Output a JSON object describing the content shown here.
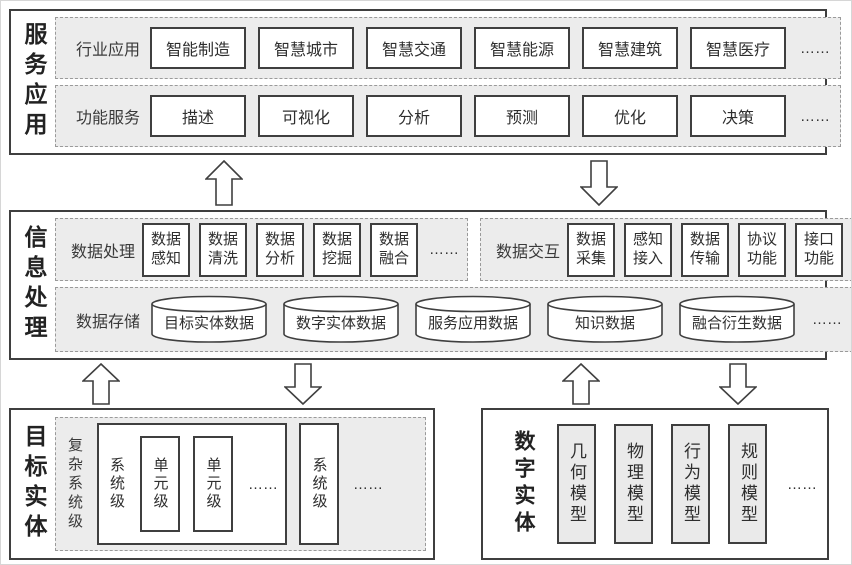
{
  "service": {
    "label": "服务应用",
    "industry": {
      "label": "行业应用",
      "items": [
        "智能制造",
        "智慧城市",
        "智慧交通",
        "智慧能源",
        "智慧建筑",
        "智慧医疗"
      ],
      "more": "……"
    },
    "functions": {
      "label": "功能服务",
      "items": [
        "描述",
        "可视化",
        "分析",
        "预测",
        "优化",
        "决策"
      ],
      "more": "……"
    }
  },
  "info": {
    "label": "信息处理",
    "processing": {
      "label": "数据处理",
      "items": [
        "数据感知",
        "数据清洗",
        "数据分析",
        "数据挖掘",
        "数据融合"
      ],
      "more": "……"
    },
    "interaction": {
      "label": "数据交互",
      "items": [
        "数据采集",
        "感知接入",
        "数据传输",
        "协议功能",
        "接口功能"
      ],
      "more": "……"
    },
    "storage": {
      "label": "数据存储",
      "items": [
        "目标实体数据",
        "数字实体数据",
        "服务应用数据",
        "知识数据",
        "融合衍生数据"
      ],
      "more": "……"
    }
  },
  "target": {
    "label": "目标实体",
    "group_label": "复杂系统级",
    "system_block": {
      "label": "系统级",
      "units": [
        "单元级",
        "单元级"
      ],
      "more": "……"
    },
    "system_box": "系统级",
    "more": "……"
  },
  "digital": {
    "label": "数字实体",
    "items": [
      "几何模型",
      "物理模型",
      "行为模型",
      "规则模型"
    ],
    "more": "……"
  },
  "colors": {
    "border": "#3f3f3f",
    "dashed_border": "#9a9a9a",
    "panel_bg": "#ececec",
    "box_bg": "#ffffff",
    "model_box_bg": "#eaeaea",
    "text": "#2e2e2e"
  }
}
